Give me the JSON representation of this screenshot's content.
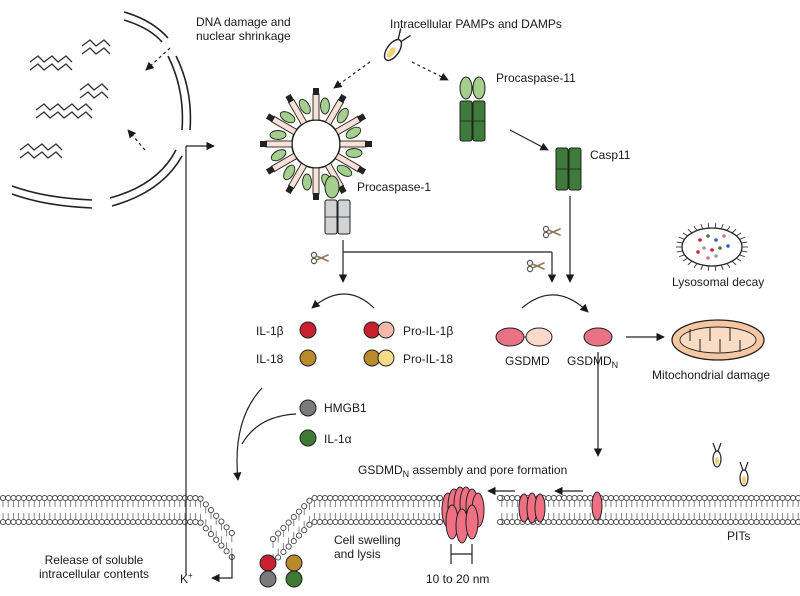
{
  "labels": {
    "dna_damage_line1": "DNA damage and",
    "dna_damage_line2": "nuclear shrinkage",
    "pamps": "Intracellular PAMPs and DAMPs",
    "procaspase11": "Procaspase-11",
    "casp11": "Casp11",
    "procaspase1": "Procaspase-1",
    "lysosomal": "Lysosomal decay",
    "il1b": "IL-1β",
    "il18": "IL-18",
    "pro_il1b": "Pro-IL-1β",
    "pro_il18": "Pro-IL-18",
    "gsdmd": "GSDMD",
    "gsdmdn_main": "GSDMD",
    "gsdmdn_sub": "N",
    "mito": "Mitochondrial damage",
    "hmgb1": "HMGB1",
    "il1a": "IL-1α",
    "assembly_main": "GSDMD",
    "assembly_sub": "N",
    "assembly_rest": " assembly and pore formation",
    "pits": "PITs",
    "release_line1": "Release of soluble",
    "release_line2": "intracellular contents",
    "k_main": "K",
    "k_sup": "+",
    "swelling_line1": "Cell swelling",
    "swelling_line2": "and lysis",
    "pore_size": "10 to 20 nm"
  },
  "colors": {
    "il1b_red": "#c8202f",
    "il18_gold": "#b98a2a",
    "pro_il1b_pink": "#f5b8ab",
    "pro_il18_yellow": "#f6dc86",
    "gsdmd_pink": "#ea7285",
    "gsdmd_pale": "#fbd9c8",
    "pore_pink": "#ef7083",
    "hmgb1_grey": "#7a7a7a",
    "il1a_green": "#3f7a34",
    "casp11_dark_green": "#3e7a39",
    "procasp11_light_green": "#a4cf8c",
    "procasp1_grey": "#d2d3d5",
    "membrane": "#5a5a5a",
    "mito_orange": "#f6c7a0"
  }
}
